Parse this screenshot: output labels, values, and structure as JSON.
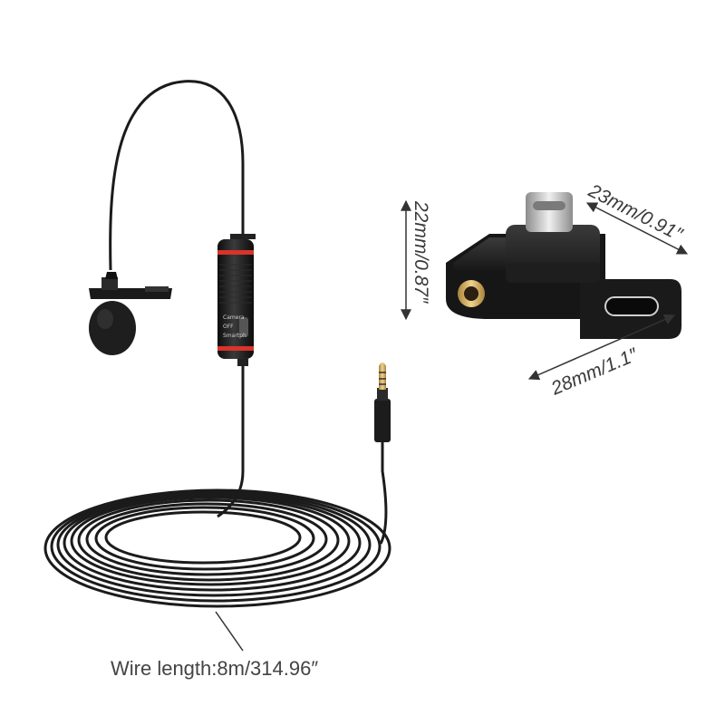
{
  "product": {
    "switch_labels": [
      "Camera",
      "OFF",
      "Smartph"
    ]
  },
  "adapter": {
    "width_dim": "23mm/0.91″",
    "height_dim": "22mm/0.87″",
    "length_dim": "28mm/1.1″"
  },
  "wire": {
    "length_label": "Wire length:8m/314.96″"
  },
  "colors": {
    "accent_ring": "#d8342a",
    "gold_jack": "#c9a45a",
    "body": "#1c1c1c"
  }
}
